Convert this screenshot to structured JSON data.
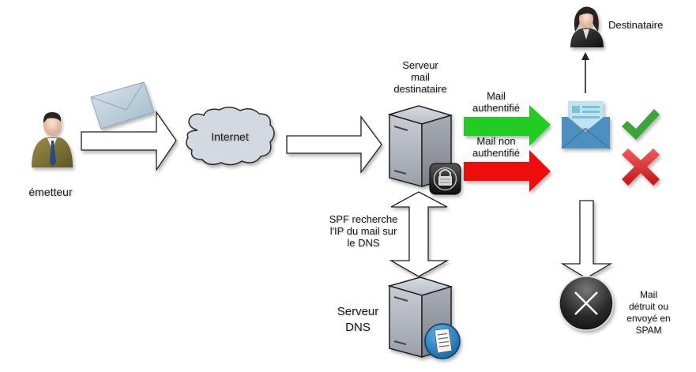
{
  "title": "SPF mail authentication flow",
  "nodes": {
    "sender": {
      "label": "émetteur",
      "icon": "man-user-icon"
    },
    "internet": {
      "label": "Internet",
      "icon": "cloud-icon"
    },
    "mail_server": {
      "label": "Serveur\nmail\ndestinataire",
      "icon": "server-icon",
      "badge": "lock-icon"
    },
    "dns_server": {
      "label": "Serveur\nDNS",
      "icon": "server-icon",
      "badge": "globe-document-icon"
    },
    "recipient": {
      "label": "Destinataire",
      "icon": "woman-user-icon"
    },
    "inbox": {
      "icon": "open-envelope-icon"
    },
    "rejected": {
      "label": "Mail\ndétruit ou\nenvoyé en\nSPAM",
      "icon": "circle-x-icon"
    }
  },
  "edges": {
    "authenticated": {
      "label": "Mail\nauthentifié",
      "color": "#22cc22"
    },
    "not_authenticated": {
      "label": "Mail non\nauthentifié",
      "color": "#ee1111"
    },
    "spf_lookup": {
      "label": "SPF recherche\nl'IP du mail sur\nle DNS"
    }
  },
  "status_icons": {
    "valid": {
      "icon": "check-icon",
      "color": "#3aa53a"
    },
    "invalid": {
      "icon": "x-icon",
      "color": "#d42020"
    }
  }
}
